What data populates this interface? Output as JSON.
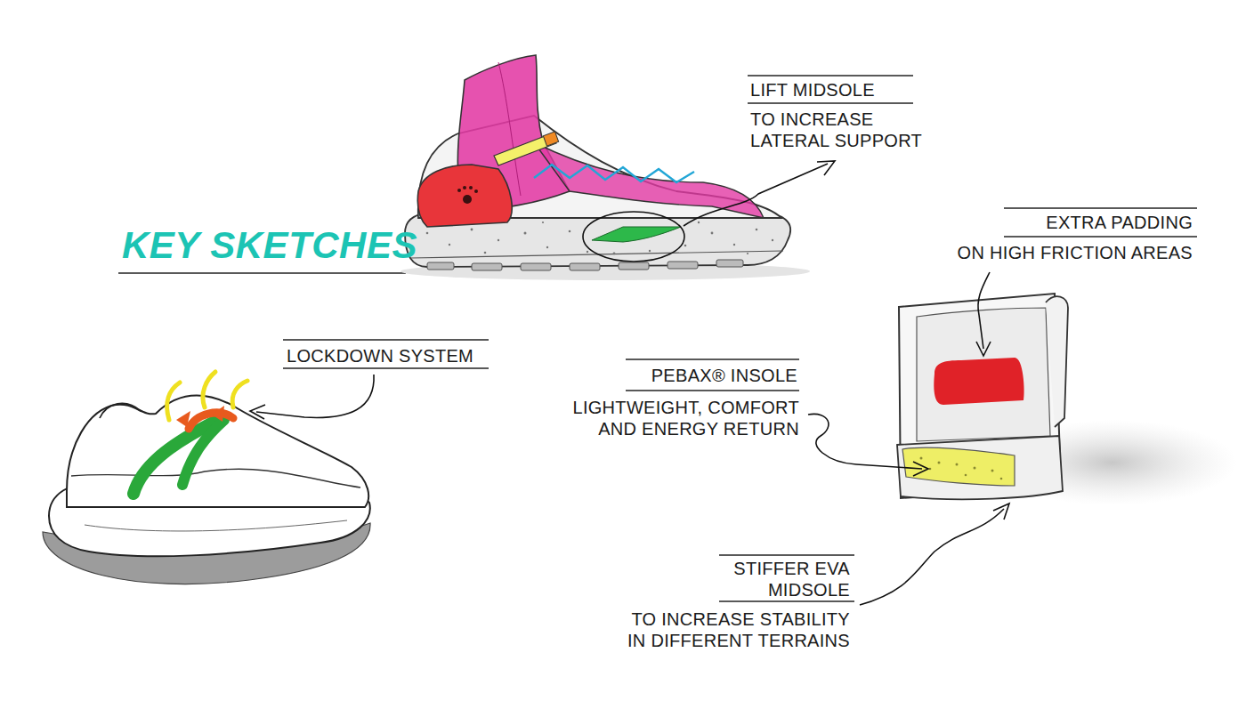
{
  "diagram": {
    "title": "KEY SKETCHES",
    "labels": [
      "LIFT MIDSOLE",
      "TO INCREASE LATERAL SUPPORT",
      "EXTRA PADDING",
      "ON HIGH FRICTION AREAS",
      "LOCKDOWN SYSTEM",
      "PEBAX® INSOLE",
      "LIGHTWEIGHT, COMFORT AND ENERGY RETURN",
      "STIFFER EVA MIDSOLE",
      "TO INCREASE STABILITY IN DIFFERENT TERRAINS"
    ]
  }
}
